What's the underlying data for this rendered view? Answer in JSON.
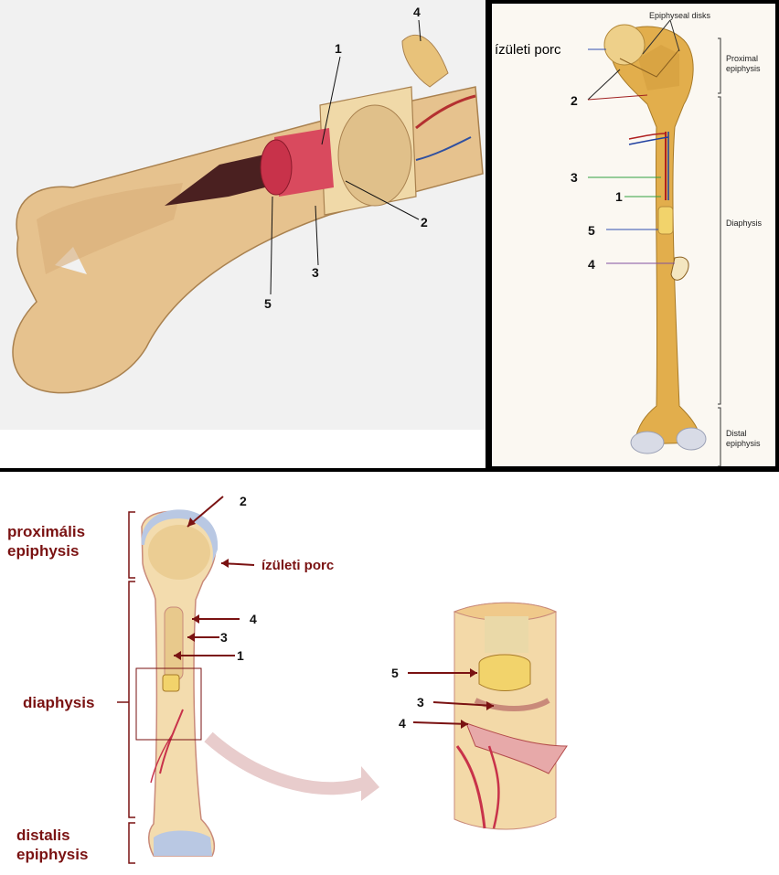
{
  "panel_a": {
    "labels": [
      "1",
      "2",
      "3",
      "4",
      "5"
    ]
  },
  "panel_b": {
    "header_label": "Epiphyseal disks",
    "porc_label": "ízületi porc",
    "proximal_label_1": "Proximal",
    "proximal_label_2": "epiphysis",
    "diaphysis_label": "Diaphysis",
    "distal_label_1": "Distal",
    "distal_label_2": "epiphysis",
    "numbers": [
      "2",
      "3",
      "1",
      "5",
      "4"
    ]
  },
  "panel_c": {
    "proximalis_1": "proximális",
    "proximalis_2": "epiphysis",
    "diaphysis": "diaphysis",
    "distalis_1": "distalis",
    "distalis_2": "epiphysis",
    "porc": "ízületi porc",
    "bone_numbers": [
      "2",
      "4",
      "3",
      "1"
    ],
    "detail_numbers": [
      "5",
      "3",
      "4"
    ]
  },
  "colors": {
    "bone": "#e6c28e",
    "marrow_red": "#c8324a",
    "cartilage": "#b9c8e3",
    "maroon_text": "#7a1212",
    "yellow_marrow": "#f2d36b"
  }
}
